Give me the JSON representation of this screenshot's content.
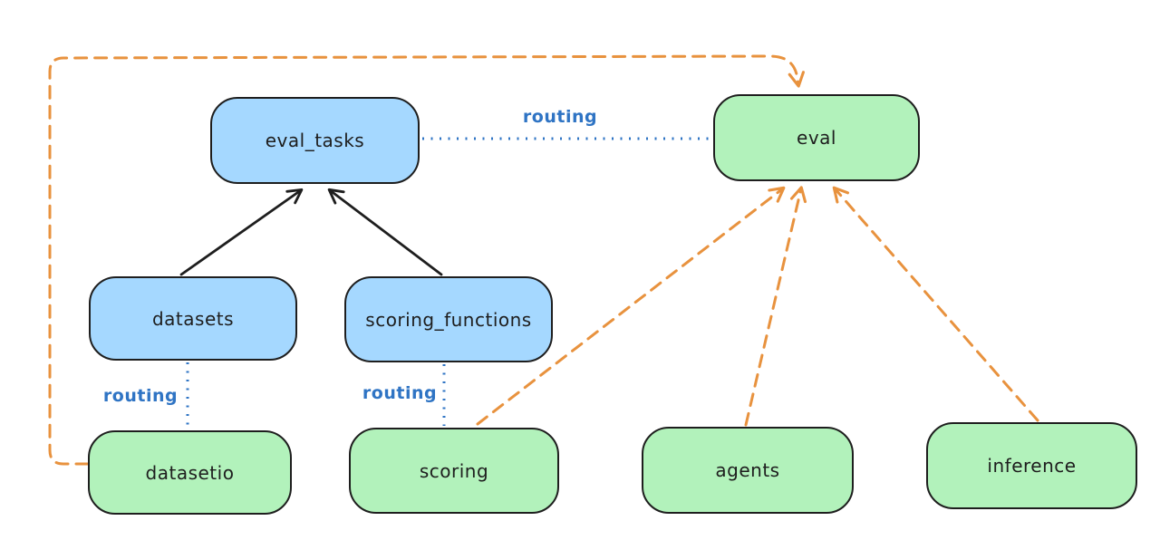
{
  "colors": {
    "blue_fill": "#a5d8ff",
    "green_fill": "#b2f2bb",
    "stroke": "#1e1e1e",
    "orange": "#e8923e",
    "blue_line": "#2f74c4"
  },
  "nodes": {
    "eval_tasks": {
      "label": "eval_tasks",
      "color": "blue"
    },
    "eval": {
      "label": "eval",
      "color": "green"
    },
    "datasets": {
      "label": "datasets",
      "color": "blue"
    },
    "scoring_functions": {
      "label": "scoring_functions",
      "color": "blue"
    },
    "datasetio": {
      "label": "datasetio",
      "color": "green"
    },
    "scoring": {
      "label": "scoring",
      "color": "green"
    },
    "agents": {
      "label": "agents",
      "color": "green"
    },
    "inference": {
      "label": "inference",
      "color": "green"
    }
  },
  "edge_labels": {
    "routing_top": "routing",
    "routing_datasets": "routing",
    "routing_scoring": "routing"
  },
  "edges": [
    {
      "from": "datasets",
      "to": "eval_tasks",
      "style": "solid",
      "color": "black",
      "arrow": true
    },
    {
      "from": "scoring_functions",
      "to": "eval_tasks",
      "style": "solid",
      "color": "black",
      "arrow": true
    },
    {
      "from": "eval_tasks",
      "to": "eval",
      "style": "dotted",
      "color": "blue",
      "arrow": false,
      "label": "routing"
    },
    {
      "from": "datasets",
      "to": "datasetio",
      "style": "dotted",
      "color": "blue",
      "arrow": false,
      "label": "routing"
    },
    {
      "from": "scoring_functions",
      "to": "scoring",
      "style": "dotted",
      "color": "blue",
      "arrow": false,
      "label": "routing"
    },
    {
      "from": "datasetio",
      "to": "eval",
      "style": "dashed",
      "color": "orange",
      "arrow": true
    },
    {
      "from": "scoring",
      "to": "eval",
      "style": "dashed",
      "color": "orange",
      "arrow": true
    },
    {
      "from": "agents",
      "to": "eval",
      "style": "dashed",
      "color": "orange",
      "arrow": true
    },
    {
      "from": "inference",
      "to": "eval",
      "style": "dashed",
      "color": "orange",
      "arrow": true
    }
  ]
}
